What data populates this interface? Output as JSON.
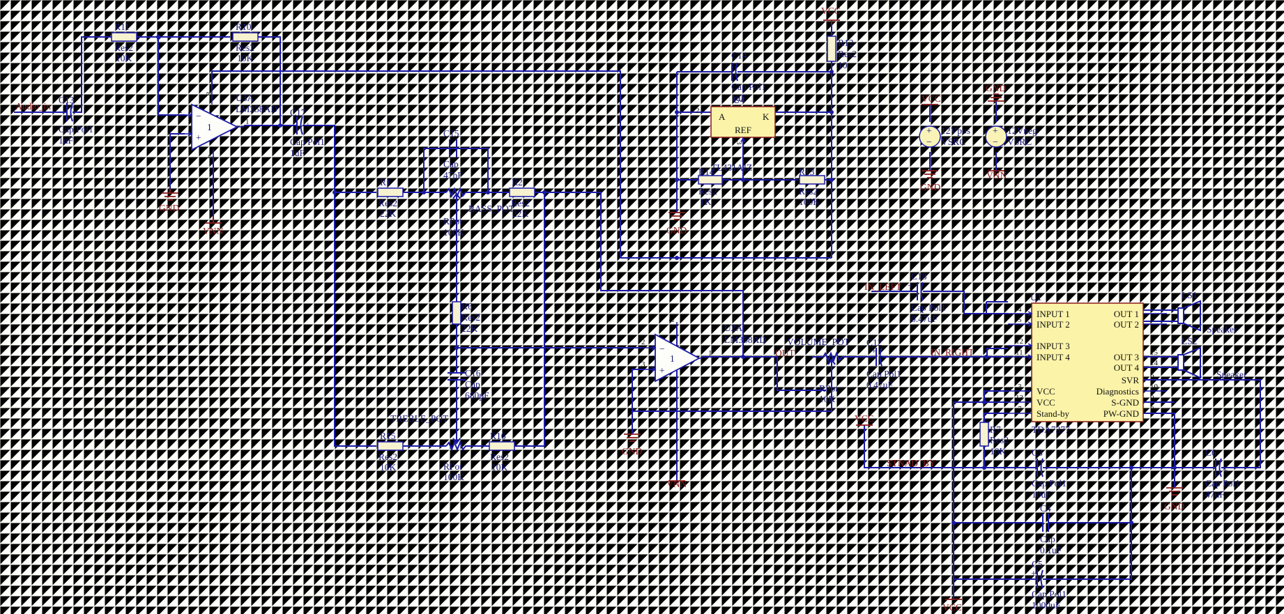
{
  "components": {
    "R11": {
      "ref": "R11",
      "type": "Res2",
      "value": "10K"
    },
    "R10": {
      "ref": "R10",
      "type": "Res2",
      "value": "10K"
    },
    "C13": {
      "ref": "C13",
      "type": "Cap Pol1",
      "value": "1uF"
    },
    "U3A": {
      "ref": "U3A",
      "type": "LM358AD",
      "pins": [
        "8",
        "2",
        "3",
        "1",
        "4"
      ]
    },
    "C17": {
      "ref": "C17",
      "type": "Cap Pol1",
      "value": "1uF"
    },
    "C15": {
      "ref": "C15",
      "type": "Cap",
      "value": "47pF"
    },
    "R1": {
      "ref": "R1",
      "type": "Res2",
      "value": "22K"
    },
    "R2": {
      "ref": "R2",
      "type": "Res2",
      "value": "22K"
    },
    "BASS_POT": {
      "ref": "BASS_POT",
      "type": "RPot",
      "value": "100K"
    },
    "R6": {
      "ref": "R6",
      "type": "Res2",
      "value": "22K"
    },
    "C16": {
      "ref": "C16",
      "type": "Cap",
      "value": "680pF"
    },
    "TREBLE_POT": {
      "ref": "TREBLE_POT",
      "type": "RPot",
      "value": "100K"
    },
    "R15": {
      "ref": "R15",
      "type": "Res2",
      "value": "10K"
    },
    "R16": {
      "ref": "R16",
      "type": "Res2",
      "value": "10K"
    },
    "U2A": {
      "ref": "U2A",
      "type": "LM358AD",
      "pins": [
        "8",
        "2",
        "3",
        "1",
        "4"
      ]
    },
    "C14": {
      "ref": "C14",
      "type": "Cap Pol1",
      "value": "1uF"
    },
    "U4": {
      "ref": "U4",
      "type": "TL431AIZ",
      "a": "A",
      "k": "K",
      "refpin": "REF",
      "pins": [
        "2",
        "1",
        "3"
      ]
    },
    "R12": {
      "ref": "R12",
      "type": "Res2",
      "value": "10"
    },
    "R14": {
      "ref": "R14",
      "type": "Res2",
      "value": "1K"
    },
    "R13": {
      "ref": "R13",
      "type": "Res2",
      "value": "100K"
    },
    "VOLUME_POT": {
      "ref": "VOLUME_POT",
      "type": "RPot",
      "value": "10K"
    },
    "C12": {
      "ref": "C12",
      "type": "Cap Pol1",
      "value": "0.47uF"
    },
    "C18": {
      "ref": "C18",
      "type": "Cap Pol1",
      "value": "0.47uF"
    },
    "U1": {
      "ref": "U1",
      "type": "TDA7377",
      "left_pins": [
        {
          "num": "4",
          "name": "INPUT 1"
        },
        {
          "num": "5",
          "name": "INPUT 2"
        },
        {
          "num": "12",
          "name": "INPUT 3"
        },
        {
          "num": "11",
          "name": "INPUT 4"
        },
        {
          "num": "3",
          "name": "VCC"
        },
        {
          "num": "13",
          "name": "VCC"
        },
        {
          "num": "7",
          "name": "Stand-by"
        }
      ],
      "right_pins": [
        {
          "num": "1",
          "name": "OUT 1"
        },
        {
          "num": "2",
          "name": "OUT 2"
        },
        {
          "num": "15",
          "name": "OUT 3"
        },
        {
          "num": "14",
          "name": "OUT 4"
        },
        {
          "num": "6",
          "name": "SVR"
        },
        {
          "num": "10",
          "name": "Diagnostics"
        },
        {
          "num": "9",
          "name": "S-GND"
        },
        {
          "num": "8",
          "name": "PW-GND"
        }
      ]
    },
    "LS1": {
      "ref": "LS1",
      "type": "Speaker"
    },
    "LS2": {
      "ref": "LS2",
      "type": "Speaker"
    },
    "R7": {
      "ref": "R7",
      "type": "Res2",
      "value": "10K"
    },
    "C3": {
      "ref": "C3",
      "type": "Cap Pol1",
      "value": "10uF"
    },
    "C4": {
      "ref": "C4",
      "type": "Cap",
      "value": "0.1uF"
    },
    "C5": {
      "ref": "C5",
      "type": "Cap Pol1",
      "value": "1000uF"
    },
    "C6": {
      "ref": "C6",
      "type": "Cap Pol1",
      "value": "47uF"
    },
    "V12pos": {
      "ref": "12Vpos",
      "type": "VSRC"
    },
    "V12neg": {
      "ref": "12Vneg",
      "type": "VSRC"
    }
  },
  "nets": {
    "vcc": "VCC",
    "gnd": "GND",
    "vnn": "VNN",
    "audio_in": "Audio_in",
    "out": "OUT",
    "in_left": "IN_LEFT",
    "in_right": "IN_RIGHT",
    "stnad_by": "STNAD_BY"
  },
  "opamp": {
    "minus": "−",
    "plus": "+",
    "unit": "1"
  },
  "src": {
    "plus": "+",
    "minus": "−"
  }
}
